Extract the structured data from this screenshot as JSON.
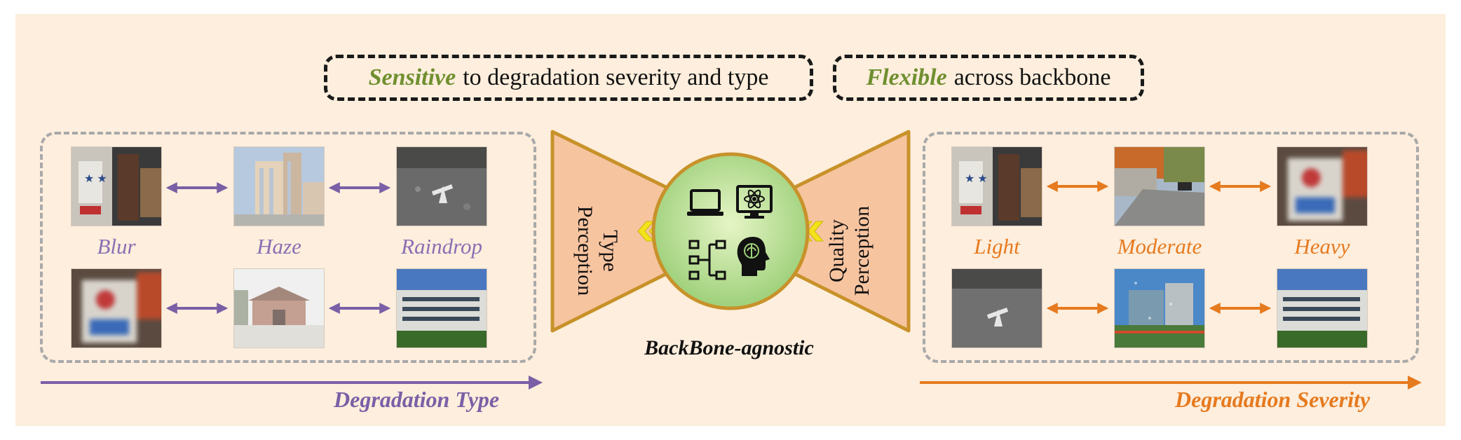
{
  "banners": {
    "sensitive": {
      "emphasis": "Sensitive",
      "rest": "to degradation severity and type"
    },
    "flexible": {
      "emphasis": "Flexible",
      "rest": "across backbone"
    }
  },
  "type_group": {
    "labels": [
      "Blur",
      "Haze",
      "Raindrop"
    ],
    "axis_label": "Degradation Type"
  },
  "severity_group": {
    "labels": [
      "Light",
      "Moderate",
      "Heavy"
    ],
    "axis_label": "Degradation Severity"
  },
  "center": {
    "left_module": "Type Perception",
    "left_module_lines": [
      "Type",
      "Perception"
    ],
    "right_module": "Quality Perception",
    "right_module_lines": [
      "Quality",
      "Perception"
    ],
    "caption": "BackBone-agnostic",
    "icons": [
      "laptop-icon",
      "atom-monitor-icon",
      "network-hierarchy-icon",
      "brain-head-icon"
    ]
  },
  "colors": {
    "background": "#fdeedd",
    "type_accent": "#8a6fb3",
    "severity_accent": "#e67a1f",
    "emphasis_green": "#6f8f2f",
    "hourglass_fill": "#f7c4a0",
    "hourglass_stroke": "#c8922a",
    "circle_fill": "#b6de8c"
  }
}
